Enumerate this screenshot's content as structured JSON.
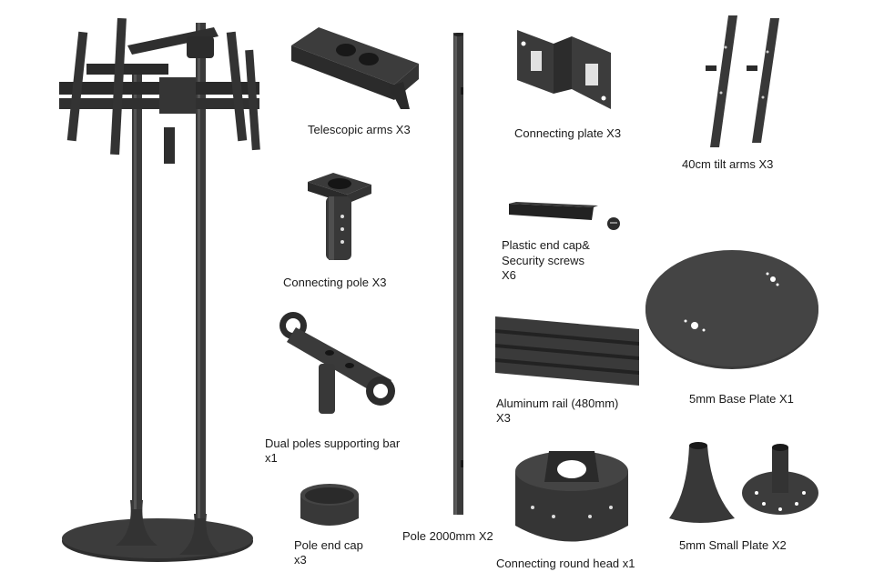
{
  "parts": {
    "telescopic_arms": "Telescopic arms X3",
    "connecting_plate": "Connecting plate X3",
    "tilt_arms": "40cm tilt arms X3",
    "connecting_pole": "Connecting pole X3",
    "plastic_end_cap": {
      "line1": "Plastic end cap&",
      "line2": "Security screws",
      "line3": "X6"
    },
    "aluminum_rail": {
      "line1": "Aluminum rail (480mm)",
      "line2": "X3"
    },
    "base_plate": "5mm Base Plate X1",
    "dual_poles_bar": {
      "line1": "Dual poles supporting bar",
      "line2": "x1"
    },
    "pole_end_cap": {
      "line1": "Pole end cap",
      "line2": "x3"
    },
    "pole": "Pole 2000mm X2",
    "round_head": "Connecting round head x1",
    "small_plate": "5mm Small Plate X2"
  },
  "colors": {
    "metal": "#3a3a3a",
    "metal_dark": "#262626",
    "metal_light": "#555555",
    "background": "#ffffff"
  }
}
